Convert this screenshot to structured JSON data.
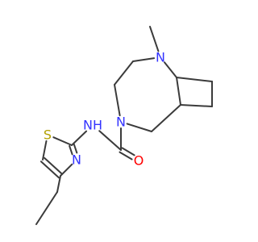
{
  "molecule": {
    "atoms": [
      {
        "id": "methyl",
        "label": ""
      },
      {
        "id": "n_bridge",
        "label": "N",
        "color": "#3333ff"
      },
      {
        "id": "c_bh_top",
        "label": ""
      },
      {
        "id": "c_r1",
        "label": ""
      },
      {
        "id": "c_r2",
        "label": ""
      },
      {
        "id": "c_bh_bot",
        "label": ""
      },
      {
        "id": "c_l1",
        "label": ""
      },
      {
        "id": "c_l2",
        "label": ""
      },
      {
        "id": "n_ring",
        "label": "N",
        "color": "#3333ff"
      },
      {
        "id": "c_l3",
        "label": ""
      },
      {
        "id": "c_amide",
        "label": ""
      },
      {
        "id": "o_amide",
        "label": "O",
        "color": "#ff0000"
      },
      {
        "id": "n_amide",
        "label": "NH",
        "color": "#3333ff"
      },
      {
        "id": "c_thz2",
        "label": ""
      },
      {
        "id": "s_thz",
        "label": "S",
        "color": "#b2a000"
      },
      {
        "id": "c_thz5",
        "label": ""
      },
      {
        "id": "c_thz4",
        "label": ""
      },
      {
        "id": "n_thz",
        "label": "N",
        "color": "#3333ff"
      },
      {
        "id": "c_ethyl1",
        "label": ""
      },
      {
        "id": "c_ethyl2",
        "label": ""
      }
    ],
    "bonds": [
      {
        "a": "methyl",
        "b": "n_bridge",
        "order": 1
      },
      {
        "a": "n_bridge",
        "b": "c_l1",
        "order": 1
      },
      {
        "a": "n_bridge",
        "b": "c_bh_top",
        "order": 1
      },
      {
        "a": "c_bh_top",
        "b": "c_r1",
        "order": 1
      },
      {
        "a": "c_r1",
        "b": "c_r2",
        "order": 1
      },
      {
        "a": "c_r2",
        "b": "c_bh_bot",
        "order": 1
      },
      {
        "a": "c_bh_bot",
        "b": "c_bh_top",
        "order": 1
      },
      {
        "a": "c_l1",
        "b": "c_l2",
        "order": 1
      },
      {
        "a": "c_l2",
        "b": "n_ring",
        "order": 1
      },
      {
        "a": "n_ring",
        "b": "c_l3",
        "order": 1
      },
      {
        "a": "c_l3",
        "b": "c_bh_bot",
        "order": 1
      },
      {
        "a": "n_ring",
        "b": "c_amide",
        "order": 1
      },
      {
        "a": "c_amide",
        "b": "o_amide",
        "order": 2
      },
      {
        "a": "c_amide",
        "b": "n_amide",
        "order": 1
      },
      {
        "a": "n_amide",
        "b": "c_thz2",
        "order": 1
      },
      {
        "a": "c_thz2",
        "b": "s_thz",
        "order": 1
      },
      {
        "a": "s_thz",
        "b": "c_thz5",
        "order": 1
      },
      {
        "a": "c_thz5",
        "b": "c_thz4",
        "order": 2
      },
      {
        "a": "c_thz4",
        "b": "n_thz",
        "order": 1
      },
      {
        "a": "n_thz",
        "b": "c_thz2",
        "order": 2
      },
      {
        "a": "c_thz4",
        "b": "c_ethyl1",
        "order": 1
      },
      {
        "a": "c_ethyl1",
        "b": "c_ethyl2",
        "order": 1
      }
    ]
  }
}
